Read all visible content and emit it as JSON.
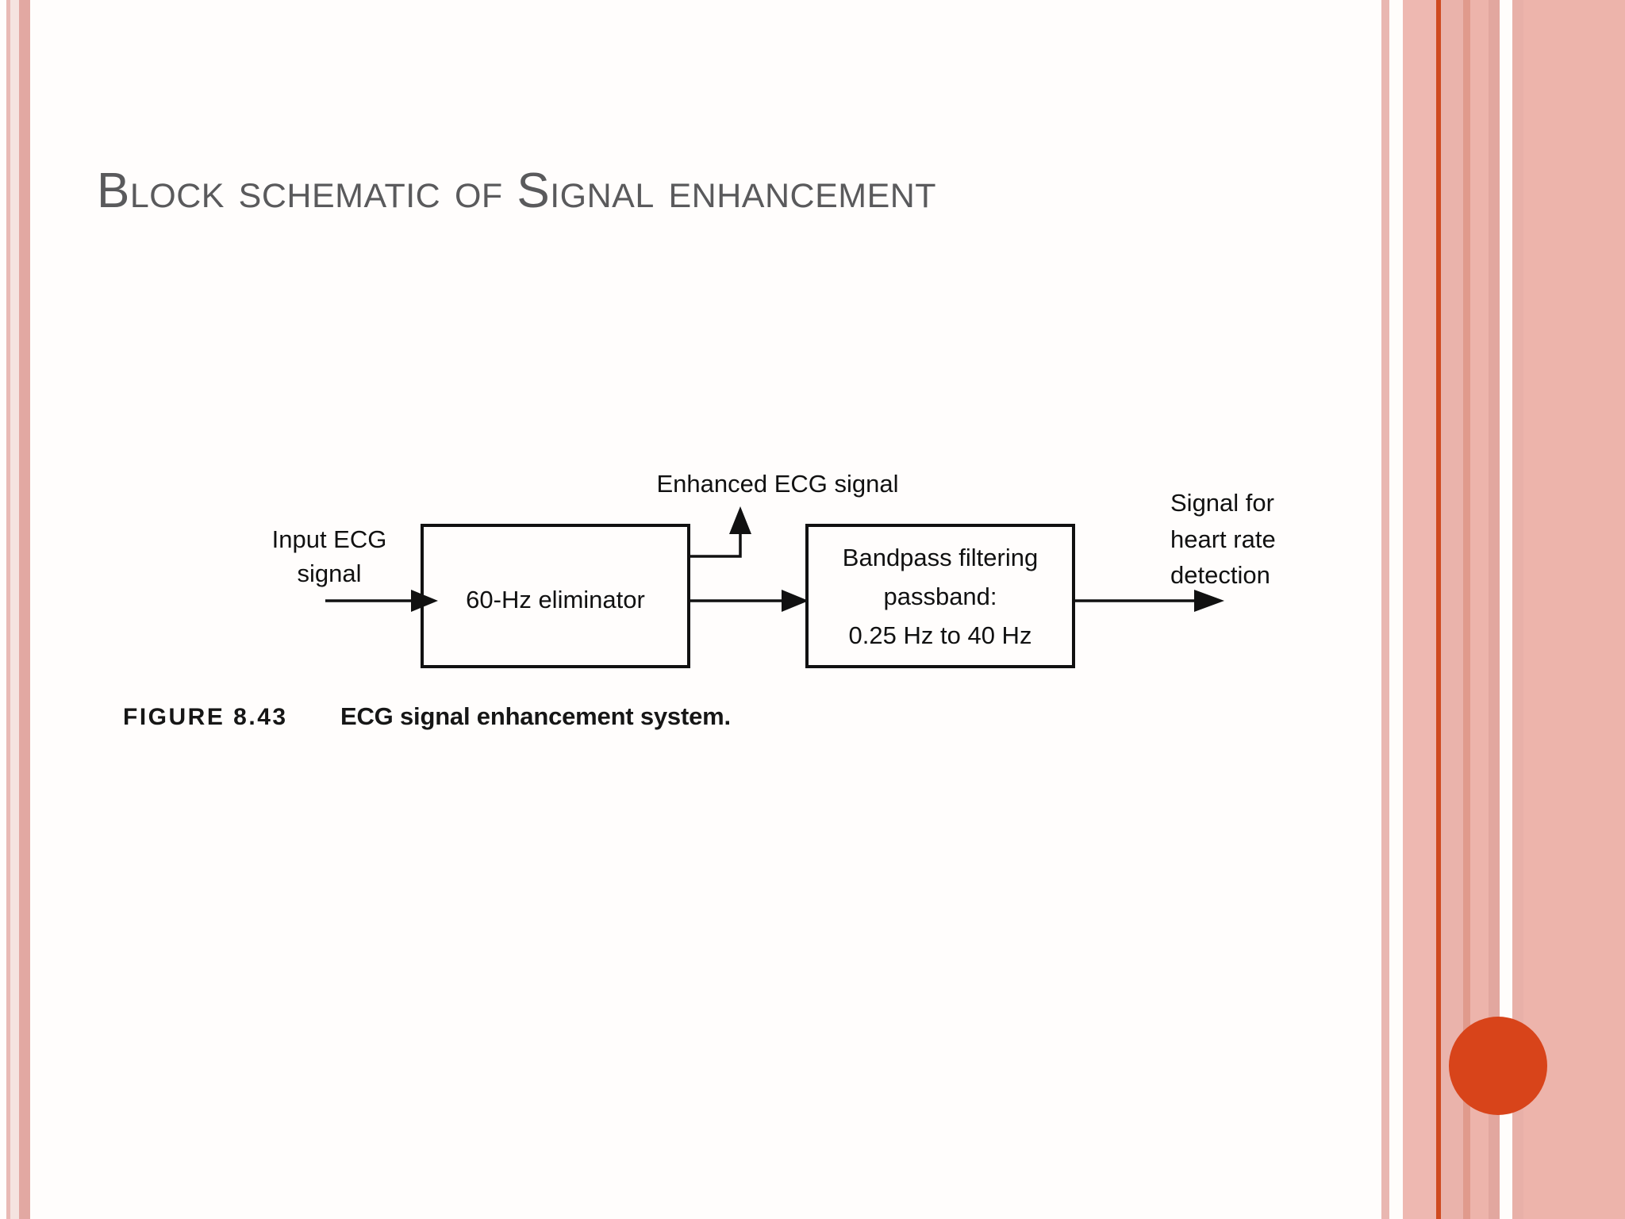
{
  "slide": {
    "title_small_caps": "Block schematic of Signal enhancement",
    "title_plain": "BLOCK SCHEMATIC OF SIGNAL ENHANCEMENT"
  },
  "colors": {
    "title_gray": "#5a5a5c",
    "accent_orange": "#d8441a",
    "stripe_pink": "#eab3ab",
    "stripe_light": "#f5e3e0",
    "stripe_red_line": "#cf4a20",
    "diagram_ink": "#111111"
  },
  "figure": {
    "caption_number": "FIGURE 8.43",
    "caption_text": "ECG signal enhancement system.",
    "input_label_line1": "Input ECG",
    "input_label_line2": "signal",
    "block1_label": "60-Hz eliminator",
    "tap_label": "Enhanced ECG signal",
    "block2_label_line1": "Bandpass filtering",
    "block2_label_line2": "passband:",
    "block2_label_line3": "0.25 Hz to 40 Hz",
    "output_label_line1": "Signal for",
    "output_label_line2": "heart rate",
    "output_label_line3": "detection"
  },
  "decor": {
    "dot_name": "orange-circle-accent",
    "left_stripes": 3,
    "right_stripes": 7
  }
}
